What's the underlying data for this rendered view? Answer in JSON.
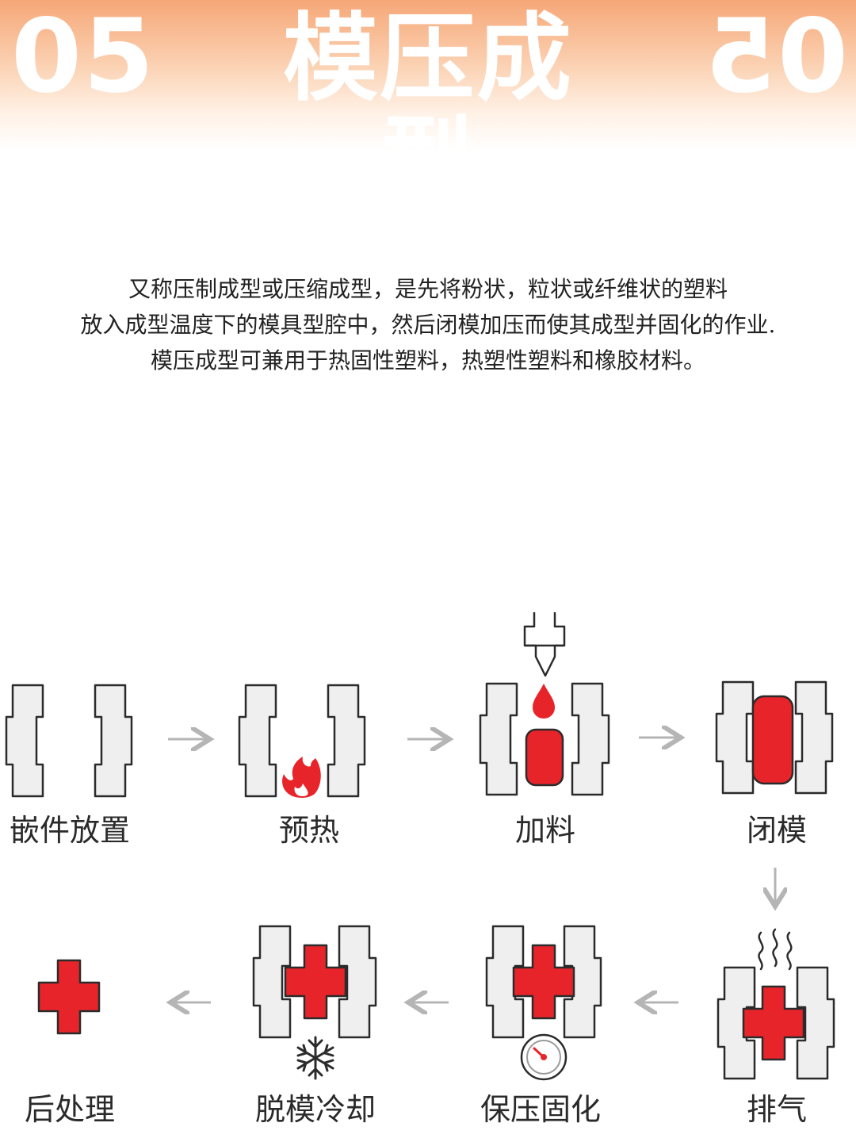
{
  "header": {
    "number": "05",
    "title": "模压成型"
  },
  "description": [
    "又称压制成型或压缩成型，是先将粉状，粒状或纤维状的塑料",
    "放入成型温度下的模具型腔中，然后闭模加压而使其成型并固化的作业.",
    "模压成型可兼用于热固性塑料，热塑性塑料和橡胶材料。"
  ],
  "steps": [
    {
      "label": "嵌件放置",
      "icon": "open-mold-icon"
    },
    {
      "label": "预热",
      "icon": "flame-icon"
    },
    {
      "label": "加料",
      "icon": "nozzle-drop-icon"
    },
    {
      "label": "闭模",
      "icon": "closed-mold-icon"
    },
    {
      "label": "排气",
      "icon": "steam-icon"
    },
    {
      "label": "保压固化",
      "icon": "pressure-gauge-icon"
    },
    {
      "label": "脱模冷却",
      "icon": "snowflake-icon"
    },
    {
      "label": "后处理",
      "icon": "finished-part-icon"
    }
  ],
  "colors": {
    "material": "#e8242b",
    "mold_fill": "#efefef",
    "mold_stroke": "#2b2b2b",
    "arrow": "#b5b5b5",
    "header_accent": "#f6a777"
  }
}
